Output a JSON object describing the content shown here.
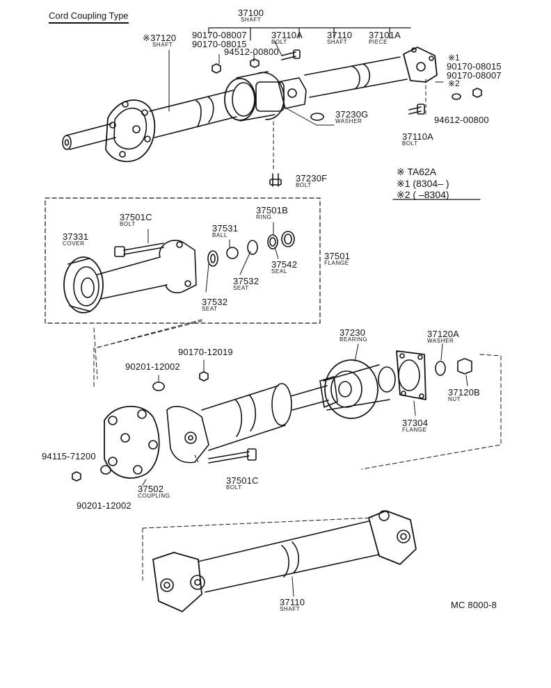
{
  "title": "Cord Coupling Type",
  "footer_code": "MC  8000-8",
  "legend": {
    "model": "※  TA62A",
    "note1": "※1 (8304–          )",
    "note2": "※2 (        –8304)"
  },
  "labels": {
    "p37100": {
      "num": "37100",
      "name": "SHAFT"
    },
    "p37120": {
      "num": "※37120",
      "name": "SHAFT"
    },
    "p90170_08007_a": {
      "num": "90170-08007"
    },
    "p90170_08015_a": {
      "num": "90170-08015"
    },
    "p94512_00800_a": {
      "num": "94512-00800"
    },
    "p37110A_top": {
      "num": "37110A",
      "name": "BOLT"
    },
    "p37110_top": {
      "num": "37110",
      "name": "SHAFT"
    },
    "p37101A": {
      "num": "37101A",
      "name": "PIECE"
    },
    "mark1": "※1",
    "p90170_08015_b": {
      "num": "90170-08015"
    },
    "p90170_08007_b": {
      "num": "90170-08007"
    },
    "mark2": "※2",
    "p94612_00800": {
      "num": "94612-00800"
    },
    "p37230G": {
      "num": "37230G",
      "name": "WASHER"
    },
    "p37110A_bot": {
      "num": "37110A",
      "name": "BOLT"
    },
    "p37230F": {
      "num": "37230F",
      "name": "BOLT"
    },
    "p37501C_a": {
      "num": "37501C",
      "name": "BOLT"
    },
    "p37331": {
      "num": "37331",
      "name": "COVER"
    },
    "p37531": {
      "num": "37531",
      "name": "BALL"
    },
    "p37501B": {
      "num": "37501B",
      "name": "RING"
    },
    "p37501": {
      "num": "37501",
      "name": "FLANGE"
    },
    "p37542": {
      "num": "37542",
      "name": "SEAL"
    },
    "p37532_a": {
      "num": "37532",
      "name": "SEAT"
    },
    "p37532_b": {
      "num": "37532",
      "name": "SEAT"
    },
    "p90170_12019": {
      "num": "90170-12019"
    },
    "p90201_12002_a": {
      "num": "90201-12002"
    },
    "p37230": {
      "num": "37230",
      "name": "BEARING"
    },
    "p37120A": {
      "num": "37120A",
      "name": "WASHER"
    },
    "p37120B": {
      "num": "37120B",
      "name": "NUT"
    },
    "p37304": {
      "num": "37304",
      "name": "FLANGE"
    },
    "p94115_71200": {
      "num": "94115-71200"
    },
    "p37502": {
      "num": "37502",
      "name": "COUPLING"
    },
    "p37501C_b": {
      "num": "37501C",
      "name": "BOLT"
    },
    "p90201_12002_b": {
      "num": "90201-12002"
    },
    "p37110_bot": {
      "num": "37110",
      "name": "SHAFT"
    }
  }
}
